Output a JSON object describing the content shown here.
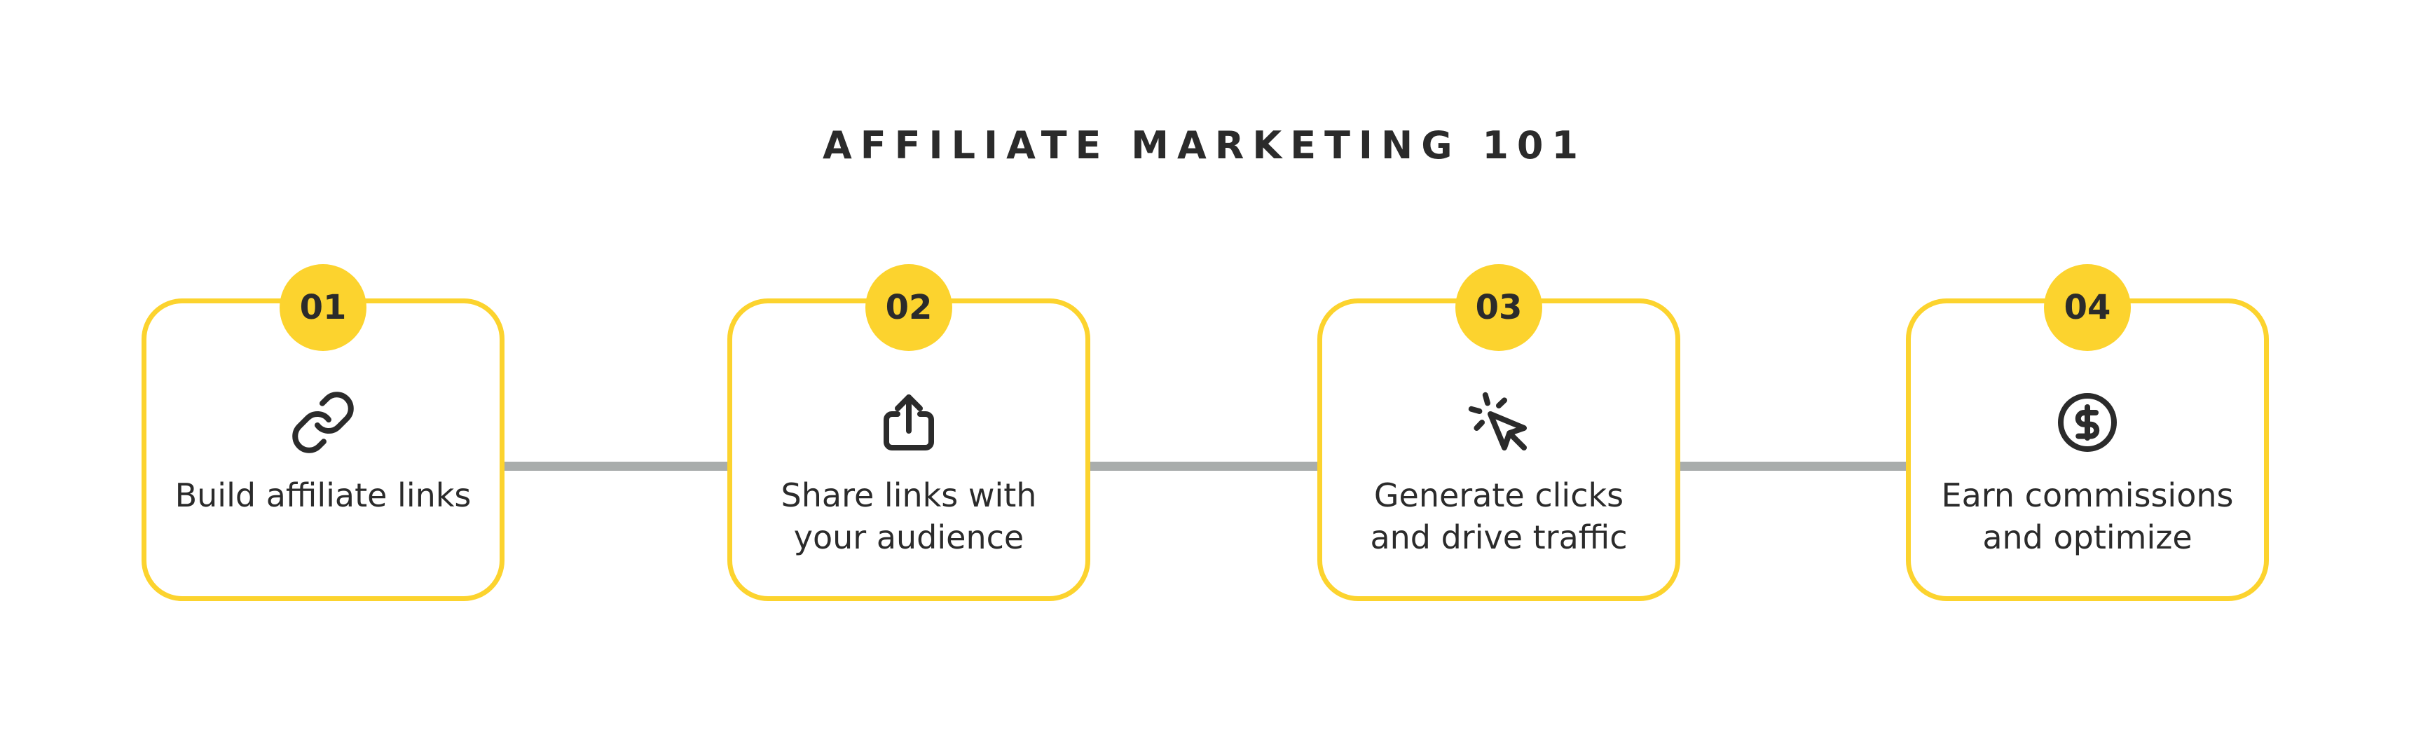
{
  "title": "AFFILIATE MARKETING 101",
  "colors": {
    "accent": "#fcd32e",
    "text": "#2b2b2b",
    "connector": "#a9adac",
    "background": "#ffffff"
  },
  "steps": [
    {
      "number": "01",
      "icon": "link-icon",
      "label_lines": [
        "Build affiliate links"
      ]
    },
    {
      "number": "02",
      "icon": "share-icon",
      "label_lines": [
        "Share links with",
        "your audience"
      ]
    },
    {
      "number": "03",
      "icon": "cursor-click-icon",
      "label_lines": [
        "Generate clicks",
        "and drive traffic"
      ]
    },
    {
      "number": "04",
      "icon": "dollar-coin-icon",
      "label_lines": [
        "Earn commissions",
        "and optimize"
      ]
    }
  ]
}
